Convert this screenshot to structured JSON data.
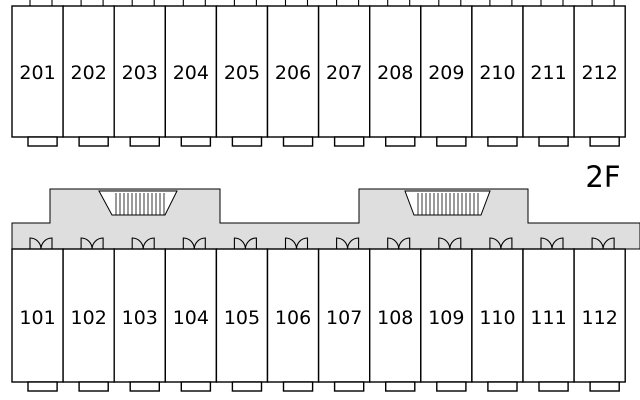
{
  "floor_label": "2F",
  "rooms_2f": [
    "201",
    "202",
    "203",
    "204",
    "205",
    "206",
    "207",
    "208",
    "209",
    "210",
    "211",
    "212"
  ],
  "rooms_1f": [
    "101",
    "102",
    "103",
    "104",
    "105",
    "106",
    "107",
    "108",
    "109",
    "110",
    "111",
    "112"
  ],
  "colors": {
    "line": "#000000",
    "corridor": "#dedede",
    "background": "#ffffff"
  }
}
